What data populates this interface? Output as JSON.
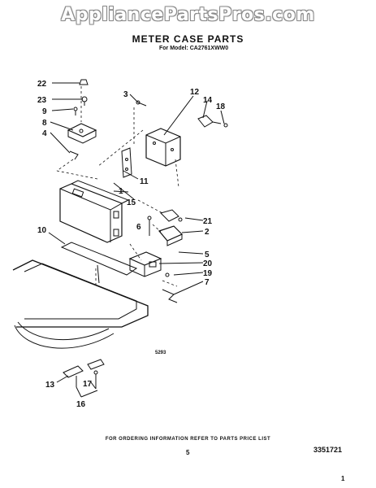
{
  "watermark": "AppliancePartsPros.com",
  "title": "METER CASE PARTS",
  "model": "For Model: CA2761XWW0",
  "figure_code": "5293",
  "footer_note": "FOR ORDERING INFORMATION REFER TO PARTS PRICE LIST",
  "page_number": "5",
  "document_number": "3351721",
  "corner_mark": "1",
  "callouts": {
    "c22": "22",
    "c23": "23",
    "c9": "9",
    "c8": "8",
    "c4": "4",
    "c3": "3",
    "c12": "12",
    "c14": "14",
    "c18": "18",
    "c11": "11",
    "c1": "1",
    "c15": "15",
    "c6": "6",
    "c21": "21",
    "c2": "2",
    "c10": "10",
    "c5": "5",
    "c20": "20",
    "c19": "19",
    "c7": "7",
    "c13": "13",
    "c17": "17",
    "c16": "16"
  }
}
